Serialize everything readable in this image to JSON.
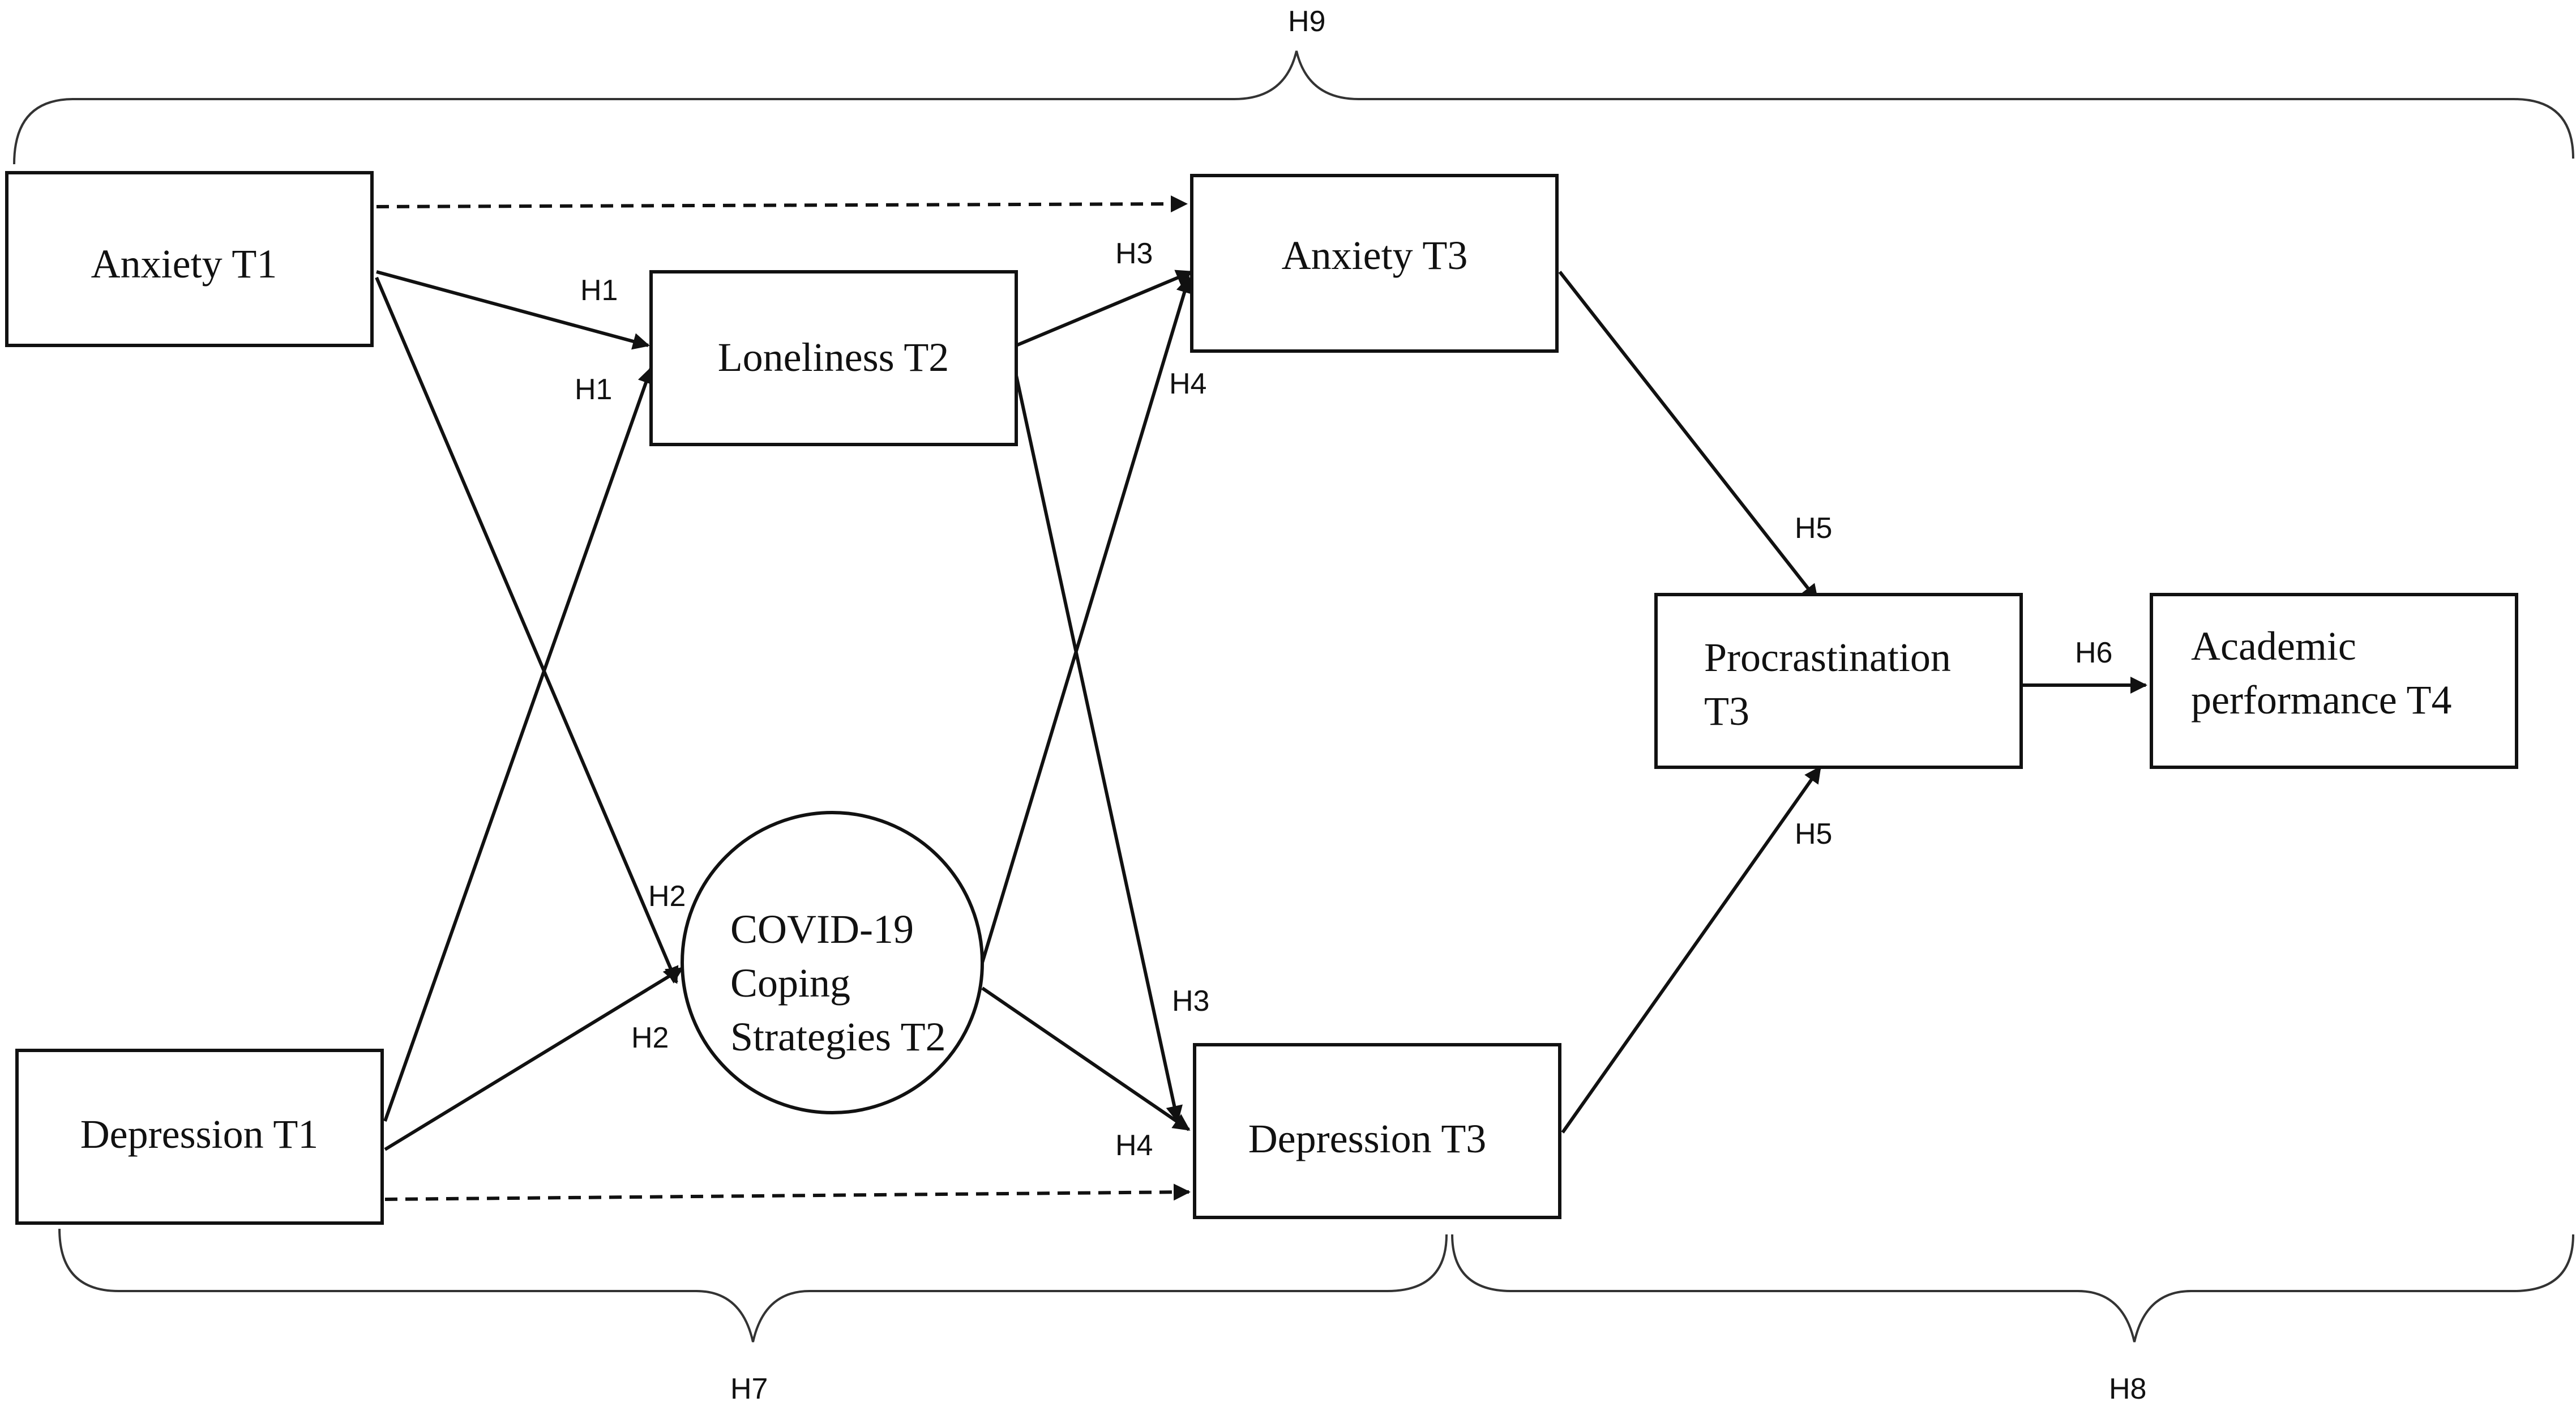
{
  "nodes": {
    "anxiety_t1": "Anxiety T1",
    "depression_t1": "Depression T1",
    "loneliness_t2": "Loneliness T2",
    "coping_t2": [
      "COVID-19",
      "Coping",
      "Strategies T2"
    ],
    "anxiety_t3": "Anxiety T3",
    "depression_t3": "Depression T3",
    "procrastination_t3": [
      "Procrastination",
      "T3"
    ],
    "academic_t4": [
      "Academic",
      "performance T4"
    ]
  },
  "hypotheses": {
    "h1": "H1",
    "h2": "H2",
    "h3": "H3",
    "h4": "H4",
    "h5": "H5",
    "h6": "H6",
    "h7": "H7",
    "h8": "H8",
    "h9": "H9"
  },
  "edges": [
    {
      "from": "Anxiety T1",
      "to": "Loneliness T2",
      "label": "H1",
      "style": "solid"
    },
    {
      "from": "Depression T1",
      "to": "Loneliness T2",
      "label": "H1",
      "style": "solid"
    },
    {
      "from": "Anxiety T1",
      "to": "COVID-19 Coping Strategies T2",
      "label": "H2",
      "style": "solid"
    },
    {
      "from": "Depression T1",
      "to": "COVID-19 Coping Strategies T2",
      "label": "H2",
      "style": "solid"
    },
    {
      "from": "Loneliness T2",
      "to": "Anxiety T3",
      "label": "H3",
      "style": "solid"
    },
    {
      "from": "Loneliness T2",
      "to": "Depression T3",
      "label": "H3",
      "style": "solid"
    },
    {
      "from": "COVID-19 Coping Strategies T2",
      "to": "Anxiety T3",
      "label": "H4",
      "style": "solid"
    },
    {
      "from": "COVID-19 Coping Strategies T2",
      "to": "Depression T3",
      "label": "H4",
      "style": "solid"
    },
    {
      "from": "Anxiety T3",
      "to": "Procrastination T3",
      "label": "H5",
      "style": "solid"
    },
    {
      "from": "Depression T3",
      "to": "Procrastination T3",
      "label": "H5",
      "style": "solid"
    },
    {
      "from": "Procrastination T3",
      "to": "Academic performance T4",
      "label": "H6",
      "style": "solid"
    },
    {
      "from": "Anxiety T1",
      "to": "Anxiety T3",
      "label": "",
      "style": "dashed"
    },
    {
      "from": "Depression T1",
      "to": "Depression T3",
      "label": "",
      "style": "dashed"
    }
  ]
}
